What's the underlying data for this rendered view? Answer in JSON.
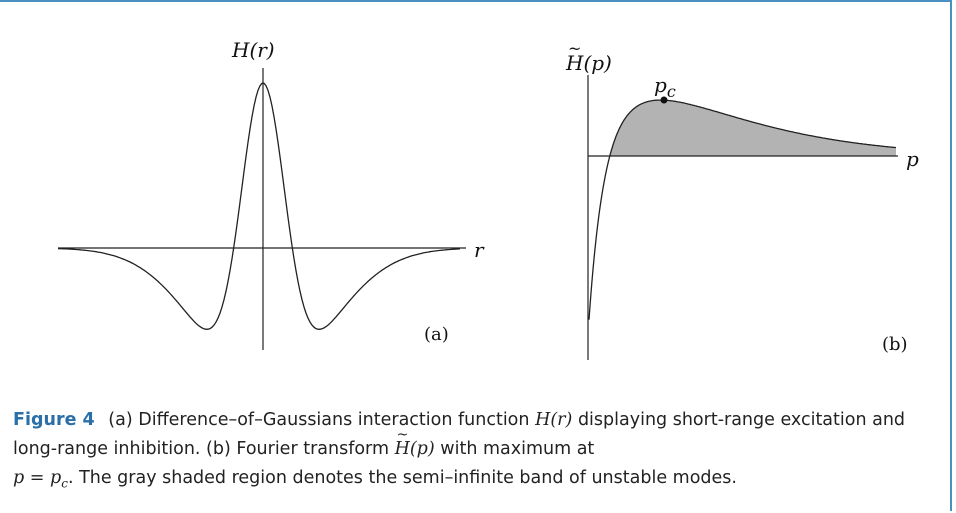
{
  "figure": {
    "panel_a": {
      "y_label": "H(r)",
      "x_label": "r",
      "tag": "(a)"
    },
    "panel_b": {
      "y_label_prefix": "H",
      "y_label_suffix": "(p)",
      "x_label": "p",
      "peak_label": "p",
      "peak_label_sub": "c",
      "tag": "(b)"
    }
  },
  "caption": {
    "label": "Figure 4",
    "part1": "(a) Difference–of–Gaussians interaction function",
    "math1": "H(r)",
    "part2": "displaying short-range excitation and long-range inhibition. (b) Fourier transform",
    "math2_prefix": "H",
    "math2_suffix": "(p)",
    "part3": "with maximum at",
    "math3": "p = p",
    "math3_sub": "c",
    "part4": ". The gray shaded region denotes the semi–infinite band of unstable modes."
  },
  "colors": {
    "border": "#4a90c0",
    "label": "#2a6fa8",
    "shade": "#b3b3b3",
    "curve": "#222222"
  }
}
